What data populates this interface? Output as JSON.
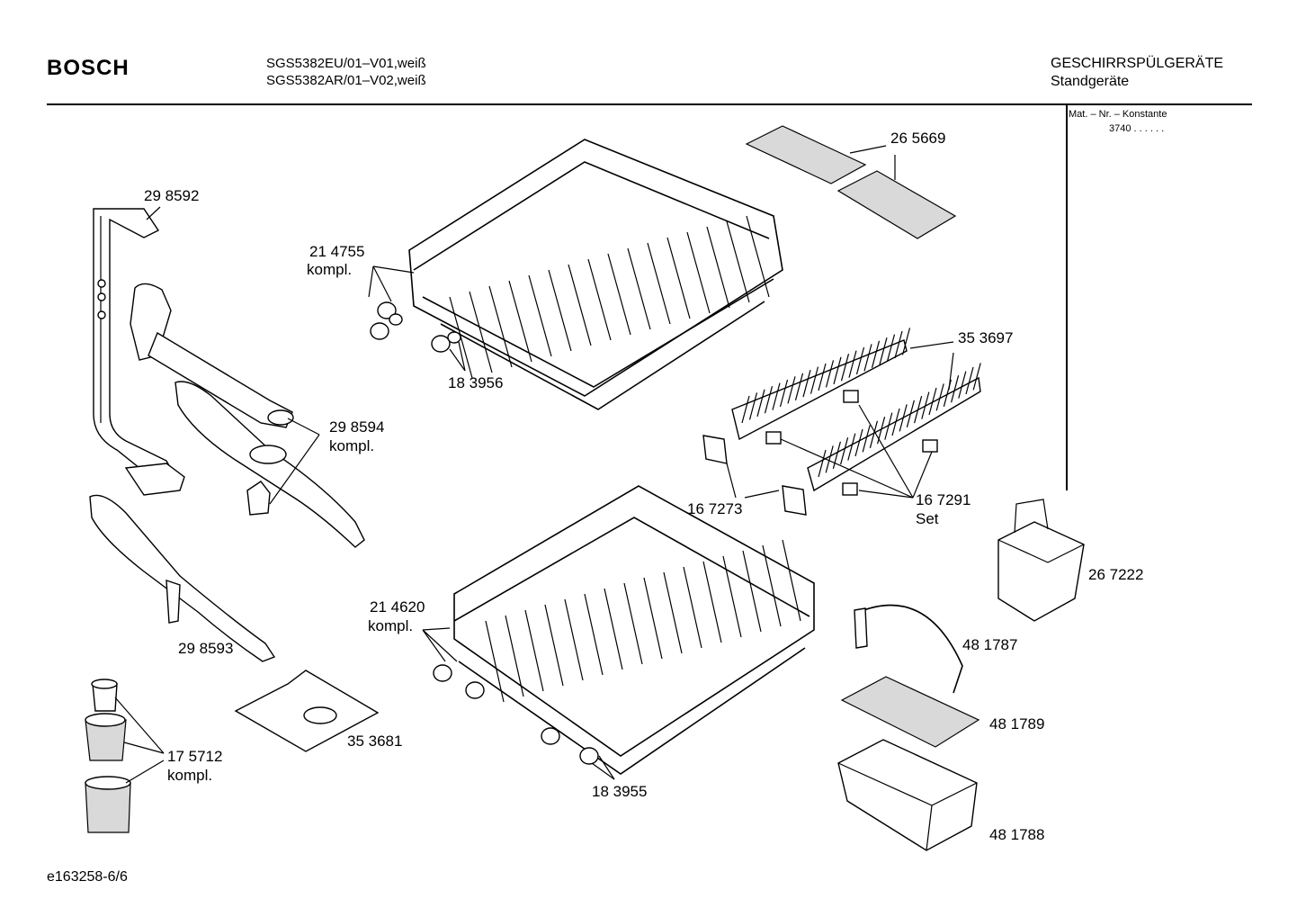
{
  "header": {
    "brand": "BOSCH",
    "model_line_1": "SGS5382EU/01–V01,weiß",
    "model_line_2": "SGS5382AR/01–V02,weiß",
    "category": "GESCHIRRSPÜLGERÄTE",
    "subcategory": "Standgeräte"
  },
  "sidebar": {
    "mat_title": "Mat. – Nr. – Konstante",
    "mat_value": "3740  .  .  .  .  .  ."
  },
  "parts": [
    {
      "id": "p298592",
      "number": "29 8592",
      "suffix": ""
    },
    {
      "id": "p214755",
      "number": "21 4755",
      "suffix": "kompl."
    },
    {
      "id": "p183956",
      "number": "18 3956",
      "suffix": ""
    },
    {
      "id": "p265669",
      "number": "26 5669",
      "suffix": ""
    },
    {
      "id": "p353697",
      "number": "35 3697",
      "suffix": ""
    },
    {
      "id": "p298594",
      "number": "29 8594",
      "suffix": "kompl."
    },
    {
      "id": "p167273",
      "number": "16 7273",
      "suffix": ""
    },
    {
      "id": "p167291",
      "number": "16 7291",
      "suffix": "Set"
    },
    {
      "id": "p267222",
      "number": "26 7222",
      "suffix": ""
    },
    {
      "id": "p214620",
      "number": "21 4620",
      "suffix": "kompl."
    },
    {
      "id": "p298593",
      "number": "29 8593",
      "suffix": ""
    },
    {
      "id": "p481787",
      "number": "48 1787",
      "suffix": ""
    },
    {
      "id": "p481789",
      "number": "48 1789",
      "suffix": ""
    },
    {
      "id": "p353681",
      "number": "35 3681",
      "suffix": ""
    },
    {
      "id": "p175712",
      "number": "17 5712",
      "suffix": "kompl."
    },
    {
      "id": "p183955",
      "number": "18 3955",
      "suffix": ""
    },
    {
      "id": "p481788",
      "number": "48 1788",
      "suffix": ""
    }
  ],
  "footer": {
    "drawing_id": "e163258-6/6"
  }
}
